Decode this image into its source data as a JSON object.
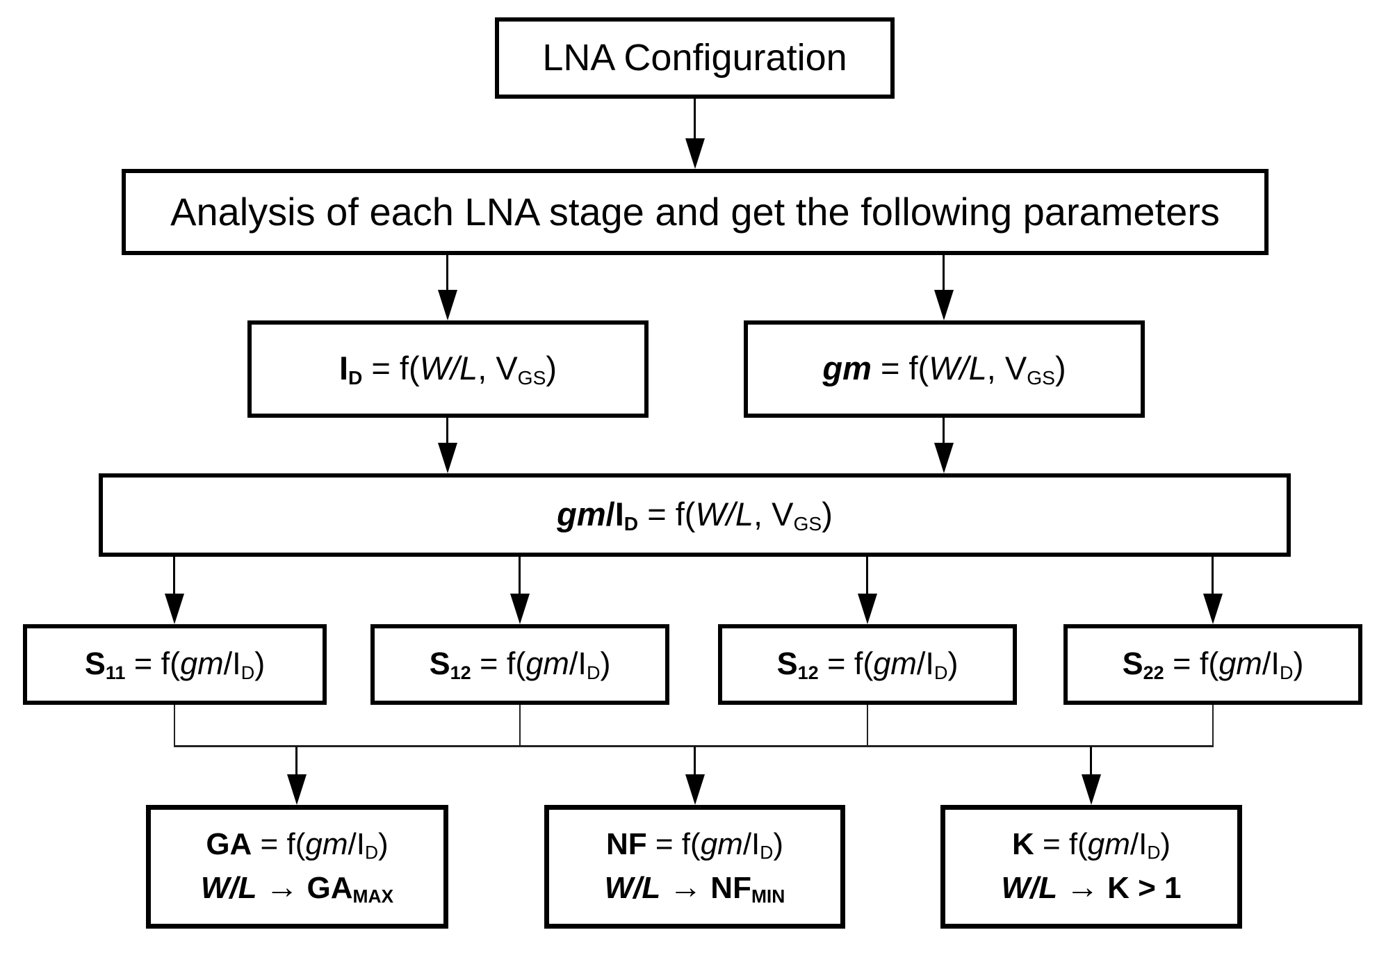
{
  "figure": {
    "background": "#ffffff",
    "line_color": "#000000",
    "nodes": {
      "lna_config": {
        "label": "LNA Configuration"
      },
      "analysis": {
        "label": "Analysis of each LNA stage and get the following parameters"
      },
      "id_eq": {
        "parts": [
          {
            "t": "I",
            "b": true
          },
          {
            "t": "D",
            "b": true,
            "sub": true
          },
          {
            "t": " = f("
          },
          {
            "t": "W/L",
            "i": true
          },
          {
            "t": ", V"
          },
          {
            "t": "GS",
            "sub": true
          },
          {
            "t": ")"
          }
        ]
      },
      "gm_eq": {
        "parts": [
          {
            "t": "gm",
            "b": true,
            "i": true
          },
          {
            "t": " = f("
          },
          {
            "t": "W/L",
            "i": true
          },
          {
            "t": ", V"
          },
          {
            "t": "GS",
            "sub": true
          },
          {
            "t": ")"
          }
        ]
      },
      "gmid_eq": {
        "parts": [
          {
            "t": "gm",
            "b": true,
            "i": true
          },
          {
            "t": "/I",
            "b": true
          },
          {
            "t": "D",
            "b": true,
            "sub": true
          },
          {
            "t": " = f("
          },
          {
            "t": "W/L",
            "i": true
          },
          {
            "t": ", V"
          },
          {
            "t": "GS",
            "sub": true
          },
          {
            "t": ")"
          }
        ]
      },
      "s11": {
        "parts": [
          {
            "t": "S",
            "b": true
          },
          {
            "t": "11",
            "b": true,
            "sub": true
          },
          {
            "t": " = f("
          },
          {
            "t": "gm",
            "i": true
          },
          {
            "t": "/I"
          },
          {
            "t": "D",
            "sub": true
          },
          {
            "t": ")"
          }
        ]
      },
      "s12_a": {
        "parts": [
          {
            "t": "S",
            "b": true
          },
          {
            "t": "12",
            "b": true,
            "sub": true
          },
          {
            "t": " = f("
          },
          {
            "t": "gm",
            "i": true
          },
          {
            "t": "/I"
          },
          {
            "t": "D",
            "sub": true
          },
          {
            "t": ")"
          }
        ]
      },
      "s12_b": {
        "parts": [
          {
            "t": "S",
            "b": true
          },
          {
            "t": "12",
            "b": true,
            "sub": true
          },
          {
            "t": " = f("
          },
          {
            "t": "gm",
            "i": true
          },
          {
            "t": "/I"
          },
          {
            "t": "D",
            "sub": true
          },
          {
            "t": ")"
          }
        ]
      },
      "s22": {
        "parts": [
          {
            "t": "S",
            "b": true
          },
          {
            "t": "22",
            "b": true,
            "sub": true
          },
          {
            "t": " = f("
          },
          {
            "t": "gm",
            "i": true
          },
          {
            "t": "/I"
          },
          {
            "t": "D",
            "sub": true
          },
          {
            "t": ")"
          }
        ]
      },
      "ga": {
        "line1": [
          {
            "t": "GA",
            "b": true
          },
          {
            "t": " = f("
          },
          {
            "t": "gm",
            "i": true
          },
          {
            "t": "/I"
          },
          {
            "t": "D",
            "sub": true
          },
          {
            "t": ")"
          }
        ],
        "line2": [
          {
            "t": "W/L",
            "b": true,
            "i": true
          },
          {
            "t": " "
          },
          {
            "t": "→",
            "b": true,
            "arrow": true
          },
          {
            "t": " "
          },
          {
            "t": "GA",
            "b": true
          },
          {
            "t": "MAX",
            "b": true,
            "sub": true
          }
        ]
      },
      "nf": {
        "line1": [
          {
            "t": "NF",
            "b": true
          },
          {
            "t": " = f("
          },
          {
            "t": "gm",
            "i": true
          },
          {
            "t": "/I"
          },
          {
            "t": "D",
            "sub": true
          },
          {
            "t": ")"
          }
        ],
        "line2": [
          {
            "t": "W/L",
            "b": true,
            "i": true
          },
          {
            "t": " "
          },
          {
            "t": "→",
            "b": true,
            "arrow": true
          },
          {
            "t": " "
          },
          {
            "t": "NF",
            "b": true
          },
          {
            "t": "MIN",
            "b": true,
            "sub": true
          }
        ]
      },
      "k": {
        "line1": [
          {
            "t": "K",
            "b": true
          },
          {
            "t": " = f("
          },
          {
            "t": "gm",
            "i": true
          },
          {
            "t": "/I"
          },
          {
            "t": "D",
            "sub": true
          },
          {
            "t": ")"
          }
        ],
        "line2": [
          {
            "t": "W/L",
            "b": true,
            "i": true
          },
          {
            "t": " "
          },
          {
            "t": "→",
            "b": true,
            "arrow": true
          },
          {
            "t": " "
          },
          {
            "t": "K > 1",
            "b": true
          }
        ]
      }
    }
  }
}
